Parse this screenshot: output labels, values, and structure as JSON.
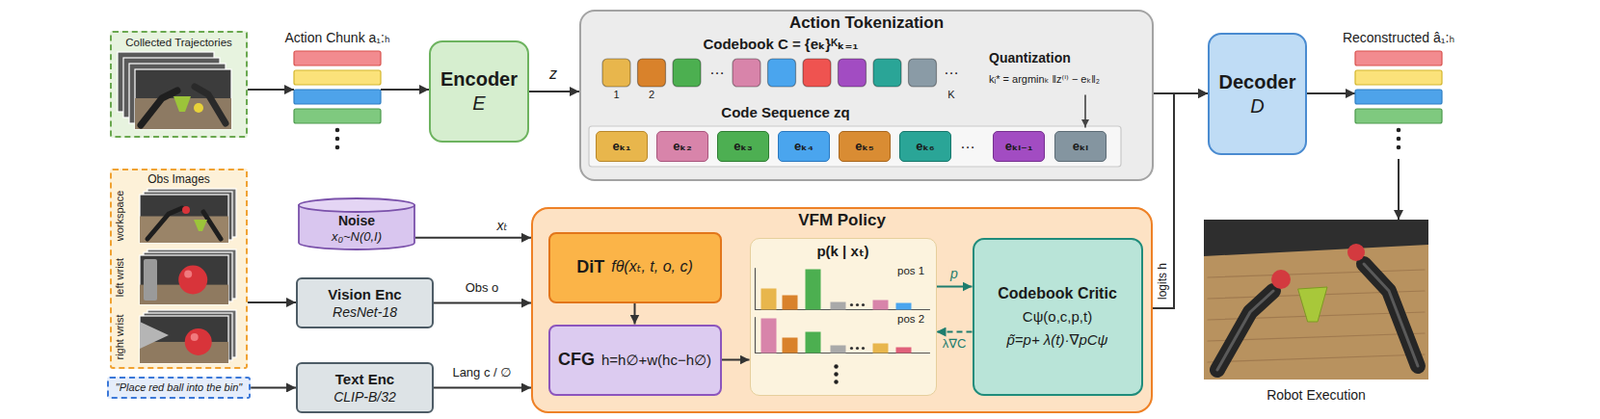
{
  "diagram": {
    "nodes": [
      {
        "text": [
          "Collected Trajectories"
        ]
      },
      {
        "text": [
          "Action Chunk a₁:ₕ"
        ]
      },
      {
        "text": [
          "Encoder",
          "E"
        ]
      },
      {
        "text": [
          "Action Tokenization"
        ]
      },
      {
        "text": [
          "eₖ₁"
        ],
        "in": 3
      },
      {
        "text": [
          "eₖ₂"
        ],
        "in": 3
      },
      {
        "text": [
          "eₖ₃"
        ],
        "in": 3
      },
      {
        "text": [
          "eₖ₄"
        ],
        "in": 3
      },
      {
        "text": [
          "eₖ₅"
        ],
        "in": 3
      },
      {
        "text": [
          "eₖ₆"
        ],
        "in": 3
      },
      {
        "text": [
          "eₖₗ₋₁"
        ],
        "in": 3
      },
      {
        "text": [
          "eₖₗ"
        ],
        "in": 3
      },
      {
        "text": [
          "Decoder",
          "D"
        ]
      },
      {
        "text": [
          "Reconstructed â₁:ₕ"
        ]
      },
      {
        "text": [
          "Obs Images"
        ]
      },
      {
        "text": [
          "\"Place red ball into the bin\""
        ]
      },
      {
        "text": [
          "Noise",
          "x₀~N(0,I)"
        ]
      },
      {
        "text": [
          "Vision Enc",
          "ResNet-18"
        ]
      },
      {
        "text": [
          "Text Enc",
          "CLIP-B/32"
        ]
      },
      {
        "text": [
          "VFM Policy"
        ]
      },
      {
        "text": [
          "DiT",
          "fθ(xₜ, t, o, c)"
        ],
        "in": 19
      },
      {
        "text": [
          "CFG",
          "h=h∅+w(hc−h∅)"
        ],
        "in": 19
      },
      {
        "text": [
          "p(k | xₜ)"
        ],
        "in": 19
      },
      {
        "text": [
          "Codebook Critic",
          "Cψ(o,c,p,t)",
          "p̃=p+ λ(t)·∇pCψ"
        ],
        "in": 19
      },
      {
        "text": [
          "Robot Execution"
        ]
      }
    ],
    "edges": [
      {
        "from": 0,
        "to": 1,
        "arrow": "to"
      },
      {
        "from": 1,
        "to": 2,
        "arrow": "to"
      },
      {
        "from": 2,
        "to": 3,
        "label": "z",
        "arrow": "to"
      },
      {
        "from": 3,
        "to": 12,
        "arrow": "to"
      },
      {
        "from": 12,
        "to": 13,
        "arrow": "to"
      },
      {
        "from": 13,
        "to": 24,
        "arrow": "to"
      },
      {
        "from": 14,
        "to": 17,
        "arrow": "to"
      },
      {
        "from": 15,
        "to": 18,
        "arrow": "to"
      },
      {
        "from": 16,
        "to": 19,
        "label": "xₜ",
        "arrow": "to"
      },
      {
        "from": 17,
        "to": 19,
        "label": "Obs o",
        "arrow": "to"
      },
      {
        "from": 18,
        "to": 19,
        "label": "Lang c / ∅",
        "arrow": "to"
      },
      {
        "from": 20,
        "to": 21,
        "arrow": "to"
      },
      {
        "from": 21,
        "to": 22,
        "arrow": "to"
      },
      {
        "from": 22,
        "to": 23,
        "label": "p",
        "arrow": "to"
      },
      {
        "from": 23,
        "to": 22,
        "label": "λ∇C",
        "arrow": "to"
      },
      {
        "from": 19,
        "to": 12,
        "label": "logits h",
        "arrow": "to"
      }
    ],
    "labels": [
      "Codebook C = {eₖ}ᴷₖ₌₁",
      "…",
      "…",
      "1",
      "2",
      "K",
      "Quantization",
      "kᵢ* = argminₖ ‖z⁽ⁱ⁾ − eₖ‖₂",
      "Code Sequence zq",
      "…",
      "workspace",
      "left wrist",
      "right wrist",
      "pos 1",
      "pos 2"
    ]
  }
}
